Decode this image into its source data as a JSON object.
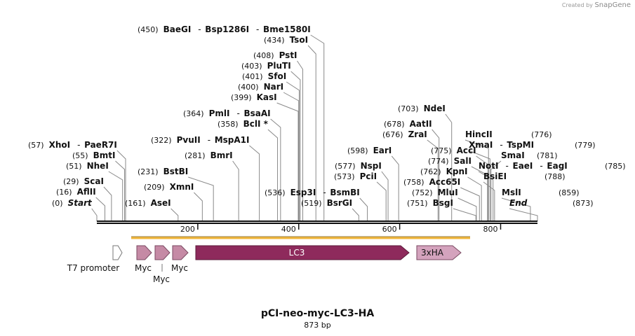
{
  "credit": {
    "created_by": "Created by",
    "brand": "SnapGene"
  },
  "title": "pCI-neo-myc-LC3-HA",
  "length_label": "873 bp",
  "sites": [
    {
      "pos": "(450)",
      "names": [
        "BaeGI",
        "Bsp1286I",
        "Bme1580I"
      ],
      "bp": 450
    },
    {
      "pos": "(434)",
      "names": [
        "TsoI"
      ],
      "bp": 434
    },
    {
      "pos": "(408)",
      "names": [
        "PstI"
      ],
      "bp": 408
    },
    {
      "pos": "(403)",
      "names": [
        "PluTI"
      ],
      "bp": 403
    },
    {
      "pos": "(401)",
      "names": [
        "SfoI"
      ],
      "bp": 401
    },
    {
      "pos": "(400)",
      "names": [
        "NarI"
      ],
      "bp": 400
    },
    {
      "pos": "(399)",
      "names": [
        "KasI"
      ],
      "bp": 399
    },
    {
      "pos": "(364)",
      "names": [
        "PmlI",
        "BsaAI"
      ],
      "bp": 364
    },
    {
      "pos": "(358)",
      "names": [
        "BclI *"
      ],
      "bp": 358
    },
    {
      "pos": "(322)",
      "names": [
        "PvuII",
        "MspA1I"
      ],
      "bp": 322
    },
    {
      "pos": "(281)",
      "names": [
        "BmrI"
      ],
      "bp": 281
    },
    {
      "pos": "(231)",
      "names": [
        "BstBI"
      ],
      "bp": 231
    },
    {
      "pos": "(209)",
      "names": [
        "XmnI"
      ],
      "bp": 209
    },
    {
      "pos": "(161)",
      "names": [
        "AseI"
      ],
      "bp": 161
    },
    {
      "pos": "(57)",
      "names": [
        "XhoI",
        "PaeR7I"
      ],
      "bp": 57
    },
    {
      "pos": "(55)",
      "names": [
        "BmtI"
      ],
      "bp": 55
    },
    {
      "pos": "(51)",
      "names": [
        "NheI"
      ],
      "bp": 51
    },
    {
      "pos": "(29)",
      "names": [
        "ScaI"
      ],
      "bp": 29
    },
    {
      "pos": "(16)",
      "names": [
        "AflII"
      ],
      "bp": 16
    },
    {
      "pos": "(0)",
      "names": [
        "Start"
      ],
      "bp": 0
    },
    {
      "pos": "(703)",
      "names": [
        "NdeI"
      ],
      "bp": 703
    },
    {
      "pos": "(678)",
      "names": [
        "AatII"
      ],
      "bp": 678
    },
    {
      "pos": "(676)",
      "names": [
        "ZraI"
      ],
      "bp": 676
    },
    {
      "pos": "(598)",
      "names": [
        "EarI"
      ],
      "bp": 598
    },
    {
      "pos": "(577)",
      "names": [
        "NspI"
      ],
      "bp": 577
    },
    {
      "pos": "(573)",
      "names": [
        "PciI"
      ],
      "bp": 573
    },
    {
      "pos": "(536)",
      "names": [
        "Esp3I",
        "BsmBI"
      ],
      "bp": 536
    },
    {
      "pos": "(519)",
      "names": [
        "BsrGI"
      ],
      "bp": 519
    },
    {
      "pos": "(775)",
      "names": [
        "AccI"
      ],
      "bp": 775
    },
    {
      "pos": "(774)",
      "names": [
        "SalI"
      ],
      "bp": 774
    },
    {
      "pos": "(762)",
      "names": [
        "KpnI"
      ],
      "bp": 762
    },
    {
      "pos": "(758)",
      "names": [
        "Acc65I"
      ],
      "bp": 758
    },
    {
      "pos": "(752)",
      "names": [
        "MluI"
      ],
      "bp": 752
    },
    {
      "pos": "(751)",
      "names": [
        "BsgI"
      ],
      "bp": 751
    },
    {
      "pos": "(776)",
      "names": [
        "HincII"
      ],
      "bp": 776
    },
    {
      "pos": "(779)",
      "names": [
        "XmaI",
        "TspMI"
      ],
      "bp": 779
    },
    {
      "pos": "(781)",
      "names": [
        "SmaI"
      ],
      "bp": 781
    },
    {
      "pos": "(785)",
      "names": [
        "NotI",
        "EaeI",
        "EagI"
      ],
      "bp": 785
    },
    {
      "pos": "(788)",
      "names": [
        "BsiEI"
      ],
      "bp": 788
    },
    {
      "pos": "(859)",
      "names": [
        "MslI"
      ],
      "bp": 859
    },
    {
      "pos": "(873)",
      "names": [
        "End"
      ],
      "bp": 873
    }
  ],
  "ticks": [
    "200",
    "400",
    "600",
    "800"
  ],
  "features": [
    {
      "name": "T7 promoter",
      "color": "#ffffff"
    },
    {
      "name": "Myc",
      "color": "#c58aa5"
    },
    {
      "name": "Myc",
      "color": "#c58aa5"
    },
    {
      "name": "Myc",
      "color": "#c58aa5"
    },
    {
      "name": "LC3",
      "color": "#8e2a5c"
    },
    {
      "name": "3xHA",
      "color": "#d4a3bd"
    }
  ],
  "colors": {
    "orf": "#f0b63a",
    "backbone": "#111111"
  }
}
